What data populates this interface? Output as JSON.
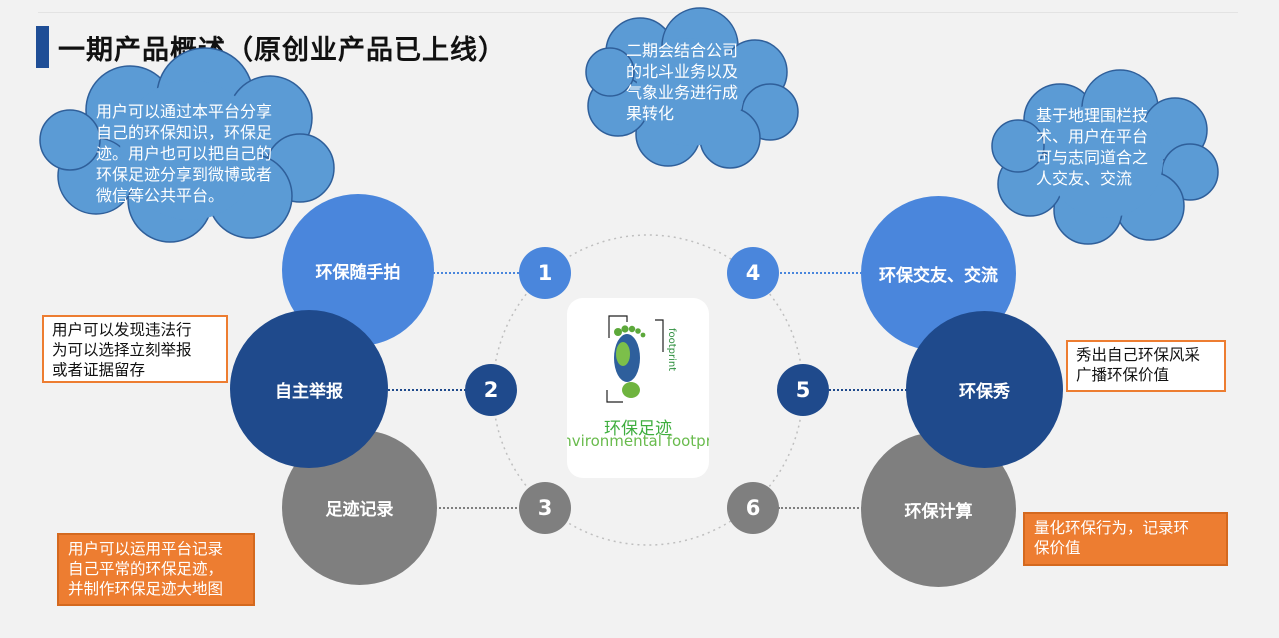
{
  "title": "一期产品概述（原创业产品已上线）",
  "clouds": {
    "top_left": [
      "用户可以通过本平台分享",
      "自己的环保知识，环保足",
      "迹。用户也可以把自己的",
      "环保足迹分享到微博或者",
      "微信等公共平台。"
    ],
    "top_center": [
      "二期会结合公司",
      "的北斗业务以及",
      "气象业务进行成",
      "果转化"
    ],
    "top_right": [
      "基于地理围栏技",
      "术、用户在平台",
      "可与志同道合之",
      "人交友、交流"
    ]
  },
  "features": [
    {
      "number": "1",
      "label": "环保随手拍"
    },
    {
      "number": "2",
      "label": "自主举报"
    },
    {
      "number": "3",
      "label": "足迹记录"
    },
    {
      "number": "4",
      "label": "环保交友、交流"
    },
    {
      "number": "5",
      "label": "环保秀"
    },
    {
      "number": "6",
      "label": "环保计算"
    }
  ],
  "notes": {
    "report": [
      "用户可以发现违法行",
      "为可以选择立刻举报",
      "或者证据留存"
    ],
    "record": [
      "用户可以运用平台记录",
      "自己平常的环保足迹，",
      "并制作环保足迹大地图"
    ],
    "show": [
      "秀出自己环保风采",
      "广播环保价值"
    ],
    "calc": [
      "量化环保行为，记录环",
      "保价值"
    ]
  },
  "logo": {
    "name_cn": "环保足迹",
    "name_en": "environmental footprint",
    "vertical": "footprint"
  },
  "colors": {
    "light_blue": "#4a86dc",
    "dark_blue": "#1f4a8c",
    "gray": "#7f7f7f",
    "cloud_blue": "#5b9bd5",
    "orange": "#ed7d31",
    "title_bar": "#1f4e96"
  }
}
